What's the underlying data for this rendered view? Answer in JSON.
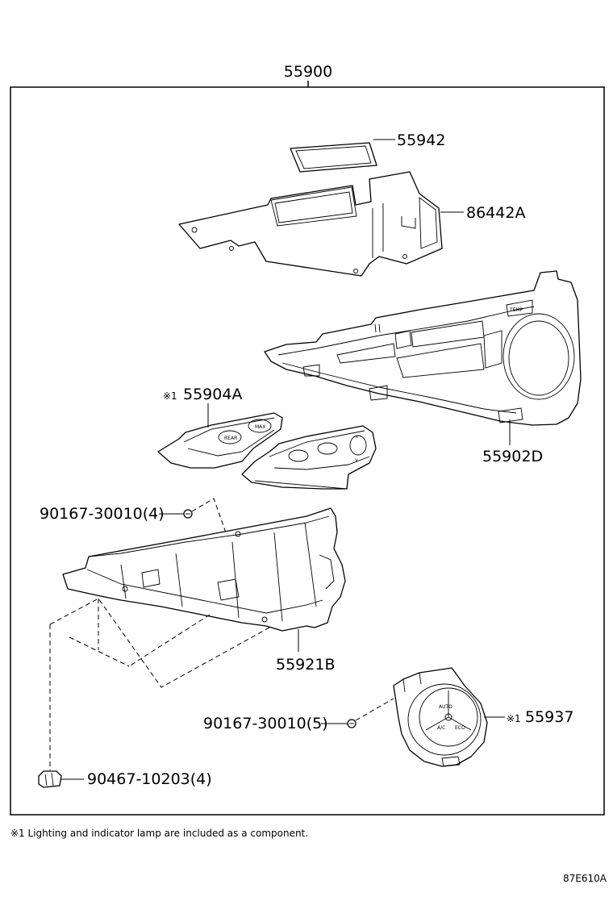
{
  "assembly": {
    "number": "55900"
  },
  "parts": {
    "p55942": {
      "label": "55942"
    },
    "p86442A": {
      "label": "86442A"
    },
    "p55902D": {
      "label": "55902D"
    },
    "p55904A": {
      "label": "55904A",
      "mark": "※1"
    },
    "p55921B": {
      "label": "55921B"
    },
    "p55937": {
      "label": "55937",
      "mark": "※1"
    },
    "screw_upper": {
      "label": "90167-30010(4)"
    },
    "screw_lower": {
      "label": "90167-30010(5)"
    },
    "clip": {
      "label": "90467-10203(4)"
    }
  },
  "footnote": "※1 Lighting and indicator lamp are included as a component.",
  "drawing_code": "87E610A"
}
